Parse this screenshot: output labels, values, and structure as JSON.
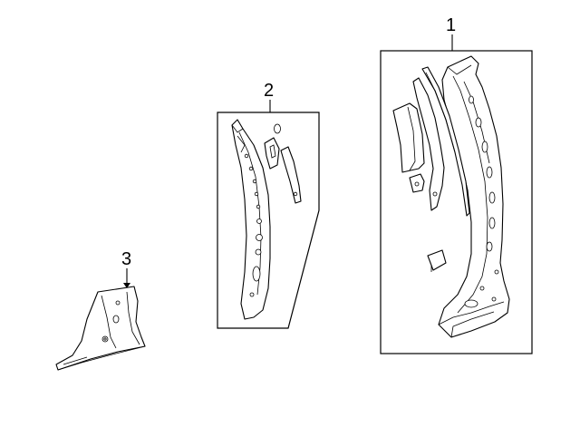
{
  "diagram": {
    "callouts": [
      {
        "id": "part-1",
        "label": "1"
      },
      {
        "id": "part-2",
        "label": "2"
      },
      {
        "id": "part-3",
        "label": "3"
      }
    ]
  }
}
